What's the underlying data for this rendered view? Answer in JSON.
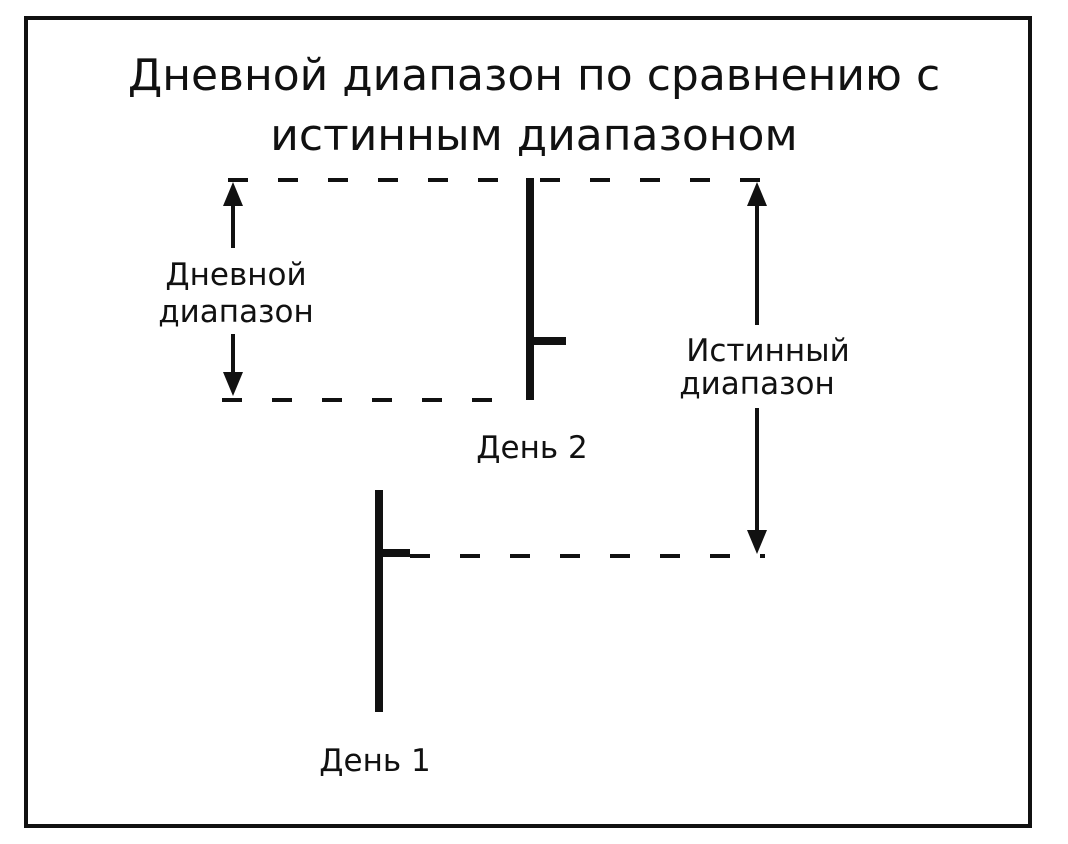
{
  "title": {
    "line1": "Дневной диапазон по сравнению с",
    "line2": "истинным диапазоном"
  },
  "labels": {
    "daily_range_line1": "Дневной",
    "daily_range_line2": "диапазон",
    "true_range_line1": "Истинный",
    "true_range_line2": "диапазон",
    "day2": "День 2",
    "day1": "День 1"
  },
  "icons": {
    "daily_range_arrow": "double-vertical-arrow-icon",
    "true_range_arrow": "double-vertical-arrow-icon"
  },
  "colors": {
    "ink": "#111111",
    "background": "#ffffff"
  }
}
